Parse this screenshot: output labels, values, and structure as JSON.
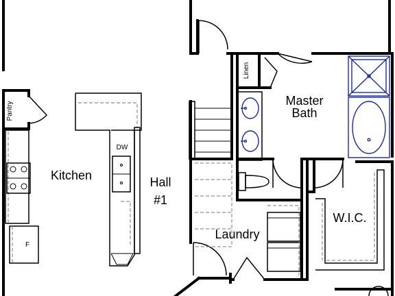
{
  "plan": {
    "rooms": {
      "kitchen": "Kitchen",
      "hall": [
        "Hall",
        "#1"
      ],
      "master_bath": [
        "Master",
        "Bath"
      ],
      "laundry": "Laundry",
      "wic": "W.I.C."
    },
    "fixtures": {
      "pantry": "Pantry",
      "linen": "Linen",
      "dishwasher": "DW",
      "fridge": "F"
    },
    "colors": {
      "wall": "#000000",
      "fixture": "#1a2a9c",
      "background": "#ffffff"
    }
  }
}
